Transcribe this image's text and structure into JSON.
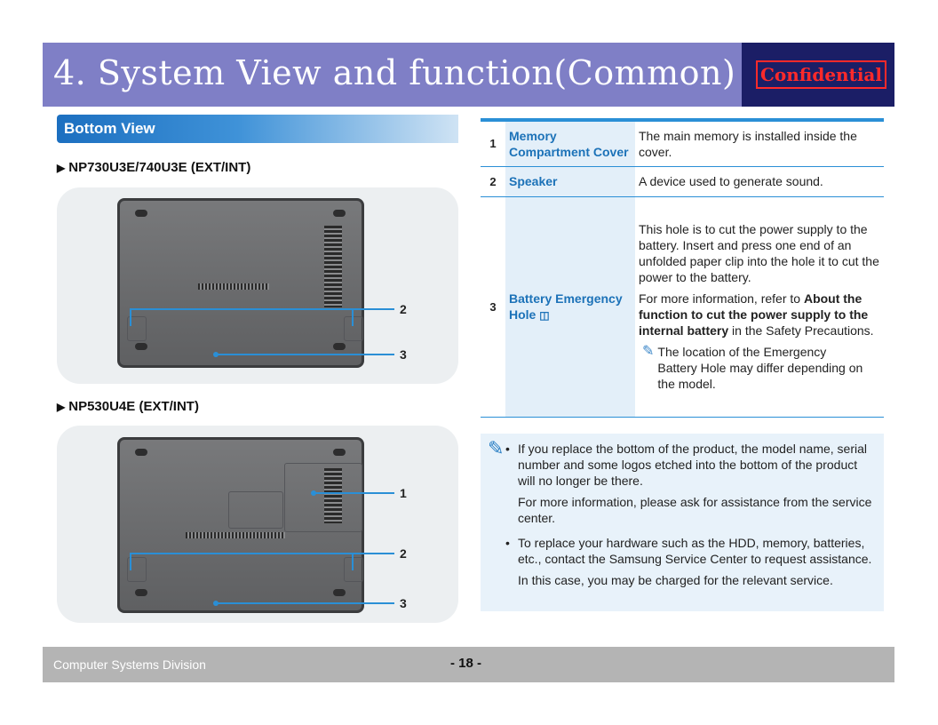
{
  "header": {
    "title": "4. System View and function(Common)",
    "badge": "Confidential"
  },
  "section": {
    "title": "Bottom View"
  },
  "models": [
    {
      "label": "NP730U3E/740U3E (EXT/INT)",
      "callouts": [
        "2",
        "3"
      ]
    },
    {
      "label": "NP530U4E (EXT/INT)",
      "callouts": [
        "1",
        "2",
        "3"
      ]
    }
  ],
  "table": {
    "rows": [
      {
        "num": "1",
        "name": "Memory Compartment Cover",
        "desc": [
          "The main memory is installed inside the cover."
        ]
      },
      {
        "num": "2",
        "name": "Speaker",
        "desc": [
          "A device used to generate sound."
        ]
      },
      {
        "num": "3",
        "name": "Battery Emergency Hole",
        "desc_p1": "This hole is to cut the power supply to the battery. Insert and press one end of an unfolded paper clip into the hole it to cut the power to the battery.",
        "desc_p2_pre": "For more information, refer to ",
        "desc_p2_bold": "About the function to cut the power supply to the internal battery",
        "desc_p2_post": " in the Safety Precautions.",
        "note": "The location of the Emergency Battery Hole may differ depending on the model."
      }
    ]
  },
  "notes": [
    {
      "text": "If you replace the bottom of the product, the model name, serial number and some logos etched into the bottom of the product will no longer be there.",
      "sub": "For more information, please ask for assistance from the service center."
    },
    {
      "text": "To replace your hardware such as the HDD, memory, batteries, etc., contact the Samsung Service Center to request assistance.",
      "sub": "In this case, you may be charged for the relevant service."
    }
  ],
  "footer": {
    "division": "Computer Systems  Division",
    "page": "- 18 -"
  },
  "colors": {
    "header_bg": "#7f7fc6",
    "badge_bg": "#1b1e66",
    "badge_text": "#ff2a2a",
    "accent": "#2a8fd6",
    "footer_bg": "#b4b4b4"
  },
  "icons": {
    "note": "pencil-note-icon",
    "battery_hole": "battery-hole-icon",
    "model_bullet": "triangle-bullet-icon"
  }
}
